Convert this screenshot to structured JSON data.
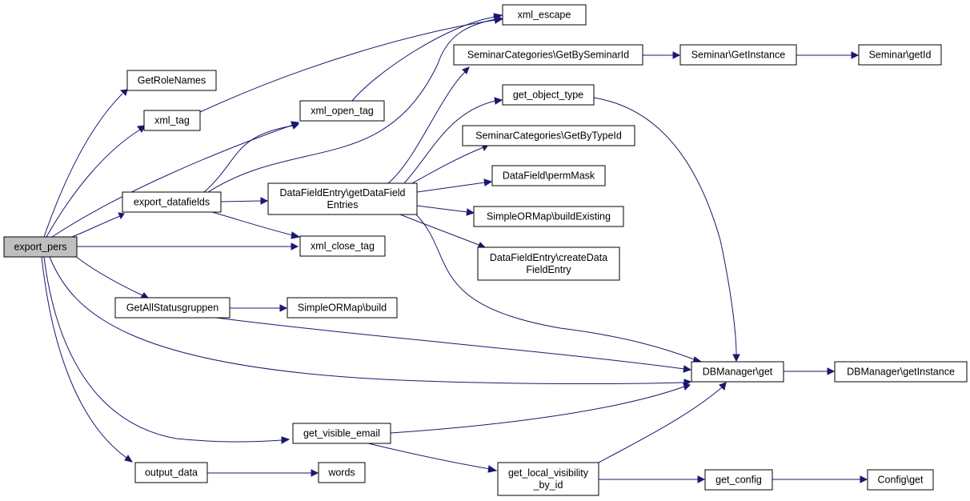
{
  "graph": {
    "root": "export_pers",
    "nodes": [
      {
        "id": "export_pers",
        "lines": [
          "export_pers"
        ],
        "root": true
      },
      {
        "id": "GetRoleNames",
        "lines": [
          "GetRoleNames"
        ]
      },
      {
        "id": "xml_tag",
        "lines": [
          "xml_tag"
        ]
      },
      {
        "id": "export_datafields",
        "lines": [
          "export_datafields"
        ]
      },
      {
        "id": "GetAllStatusgruppen",
        "lines": [
          "GetAllStatusgruppen"
        ]
      },
      {
        "id": "output_data",
        "lines": [
          "output_data"
        ]
      },
      {
        "id": "xml_escape",
        "lines": [
          "xml_escape"
        ]
      },
      {
        "id": "xml_open_tag",
        "lines": [
          "xml_open_tag"
        ]
      },
      {
        "id": "DataFieldEntry_getDataFieldEntries",
        "lines": [
          "DataFieldEntry\\getDataField",
          "Entries"
        ]
      },
      {
        "id": "xml_close_tag",
        "lines": [
          "xml_close_tag"
        ]
      },
      {
        "id": "SimpleORMap_build",
        "lines": [
          "SimpleORMap\\build"
        ]
      },
      {
        "id": "get_visible_email",
        "lines": [
          "get_visible_email"
        ]
      },
      {
        "id": "words",
        "lines": [
          "words"
        ]
      },
      {
        "id": "SeminarCategories_GetBySeminarId",
        "lines": [
          "SeminarCategories\\GetBySeminarId"
        ]
      },
      {
        "id": "get_object_type",
        "lines": [
          "get_object_type"
        ]
      },
      {
        "id": "SeminarCategories_GetByTypeId",
        "lines": [
          "SeminarCategories\\GetByTypeId"
        ]
      },
      {
        "id": "DataField_permMask",
        "lines": [
          "DataField\\permMask"
        ]
      },
      {
        "id": "SimpleORMap_buildExisting",
        "lines": [
          "SimpleORMap\\buildExisting"
        ]
      },
      {
        "id": "DataFieldEntry_createDataFieldEntry",
        "lines": [
          "DataFieldEntry\\createData",
          "FieldEntry"
        ]
      },
      {
        "id": "get_local_visibility_by_id",
        "lines": [
          "get_local_visibility",
          "_by_id"
        ]
      },
      {
        "id": "Seminar_GetInstance",
        "lines": [
          "Seminar\\GetInstance"
        ]
      },
      {
        "id": "Seminar_getId",
        "lines": [
          "Seminar\\getId"
        ]
      },
      {
        "id": "DBManager_get",
        "lines": [
          "DBManager\\get"
        ]
      },
      {
        "id": "DBManager_getInstance",
        "lines": [
          "DBManager\\getInstance"
        ]
      },
      {
        "id": "get_config",
        "lines": [
          "get_config"
        ]
      },
      {
        "id": "Config_get",
        "lines": [
          "Config\\get"
        ]
      }
    ],
    "edges": [
      {
        "from": "export_pers",
        "to": "GetRoleNames"
      },
      {
        "from": "export_pers",
        "to": "xml_tag"
      },
      {
        "from": "export_pers",
        "to": "xml_open_tag"
      },
      {
        "from": "export_pers",
        "to": "export_datafields"
      },
      {
        "from": "export_pers",
        "to": "xml_close_tag"
      },
      {
        "from": "export_pers",
        "to": "GetAllStatusgruppen"
      },
      {
        "from": "export_pers",
        "to": "DBManager_get"
      },
      {
        "from": "export_pers",
        "to": "get_visible_email"
      },
      {
        "from": "export_pers",
        "to": "output_data"
      },
      {
        "from": "xml_tag",
        "to": "xml_escape"
      },
      {
        "from": "xml_open_tag",
        "to": "xml_escape"
      },
      {
        "from": "export_datafields",
        "to": "xml_open_tag"
      },
      {
        "from": "export_datafields",
        "to": "xml_escape"
      },
      {
        "from": "export_datafields",
        "to": "DataFieldEntry_getDataFieldEntries"
      },
      {
        "from": "export_datafields",
        "to": "xml_close_tag"
      },
      {
        "from": "DataFieldEntry_getDataFieldEntries",
        "to": "SeminarCategories_GetBySeminarId"
      },
      {
        "from": "DataFieldEntry_getDataFieldEntries",
        "to": "get_object_type"
      },
      {
        "from": "DataFieldEntry_getDataFieldEntries",
        "to": "SeminarCategories_GetByTypeId"
      },
      {
        "from": "DataFieldEntry_getDataFieldEntries",
        "to": "DataField_permMask"
      },
      {
        "from": "DataFieldEntry_getDataFieldEntries",
        "to": "SimpleORMap_buildExisting"
      },
      {
        "from": "DataFieldEntry_getDataFieldEntries",
        "to": "DataFieldEntry_createDataFieldEntry"
      },
      {
        "from": "DataFieldEntry_getDataFieldEntries",
        "to": "DBManager_get"
      },
      {
        "from": "SeminarCategories_GetBySeminarId",
        "to": "Seminar_GetInstance"
      },
      {
        "from": "Seminar_GetInstance",
        "to": "Seminar_getId"
      },
      {
        "from": "get_object_type",
        "to": "DBManager_get"
      },
      {
        "from": "GetAllStatusgruppen",
        "to": "SimpleORMap_build"
      },
      {
        "from": "GetAllStatusgruppen",
        "to": "DBManager_get"
      },
      {
        "from": "get_visible_email",
        "to": "DBManager_get"
      },
      {
        "from": "get_visible_email",
        "to": "get_local_visibility_by_id"
      },
      {
        "from": "output_data",
        "to": "words"
      },
      {
        "from": "get_local_visibility_by_id",
        "to": "DBManager_get"
      },
      {
        "from": "get_local_visibility_by_id",
        "to": "get_config"
      },
      {
        "from": "DBManager_get",
        "to": "DBManager_getInstance"
      },
      {
        "from": "get_config",
        "to": "Config_get"
      }
    ]
  }
}
